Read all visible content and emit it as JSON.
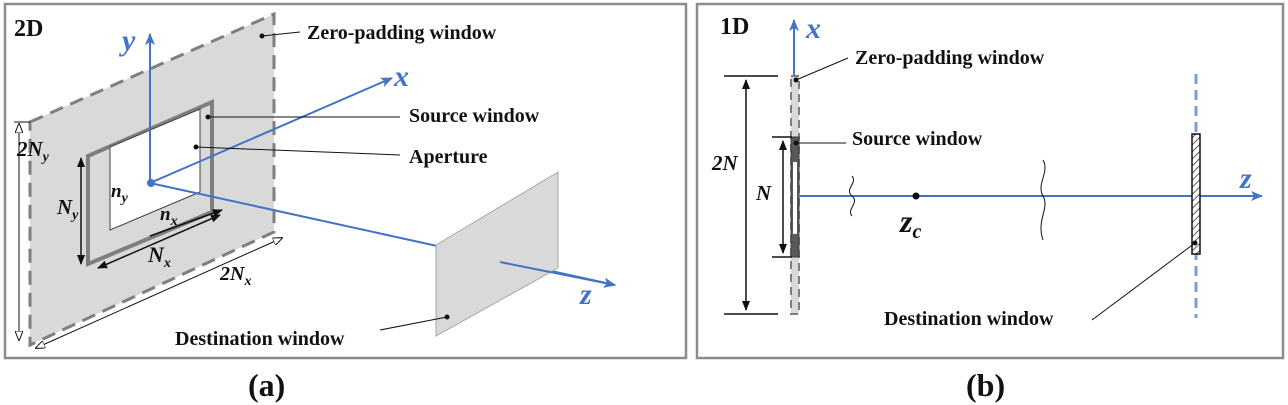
{
  "panel_a": {
    "tag": "2D",
    "zero_padding_label": "Zero-padding window",
    "source_label": "Source window",
    "aperture_label": "Aperture",
    "destination_label": "Destination window",
    "axis_x": "x",
    "axis_y": "y",
    "axis_z": "z",
    "dim_2Ny_main": "2N",
    "dim_2Ny_sub": "y",
    "dim_Ny_main": "N",
    "dim_Ny_sub": "y",
    "dim_ny_main": "n",
    "dim_ny_sub": "y",
    "dim_nx_main": "n",
    "dim_nx_sub": "x",
    "dim_Nx_main": "N",
    "dim_Nx_sub": "x",
    "dim_2Nx_main": "2N",
    "dim_2Nx_sub": "x",
    "caption": "(a)"
  },
  "panel_b": {
    "tag": "1D",
    "zero_padding_label": "Zero-padding window",
    "source_label": "Source window",
    "destination_label": "Destination window",
    "axis_x": "x",
    "axis_z": "z",
    "dim_2N": "2N",
    "dim_N": "N",
    "zc_main": "z",
    "zc_sub": "c",
    "caption": "(b)"
  },
  "colors": {
    "axis_blue": "#4472c4",
    "window_gray": "#d9d9d9",
    "frame_gray": "#7f7f7f",
    "dark_gray": "#595959"
  }
}
